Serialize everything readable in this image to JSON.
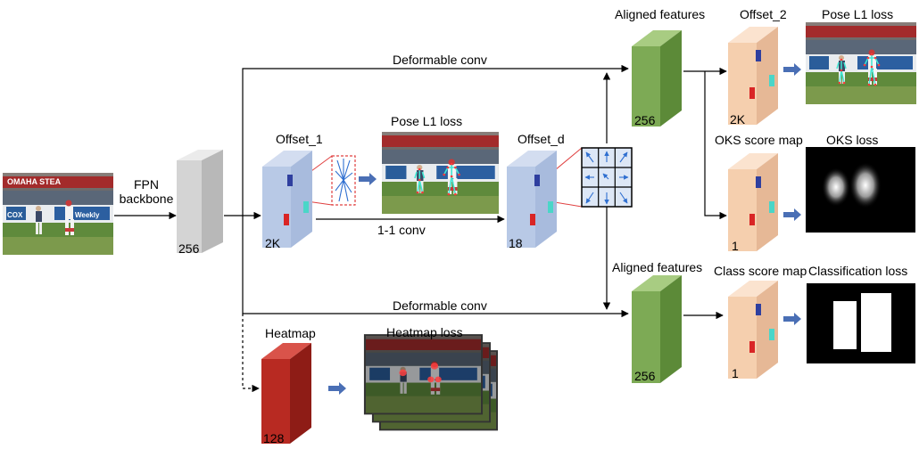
{
  "labels": {
    "fpn_backbone_line1": "FPN",
    "fpn_backbone_line2": "backbone",
    "deformable_conv_top": "Deformable conv",
    "deformable_conv_bottom": "Deformable conv",
    "one_by_one_conv": "1-1 conv",
    "offset_1": "Offset_1",
    "pose_l1_loss_mid": "Pose L1 loss",
    "offset_d": "Offset_d",
    "aligned_features_top": "Aligned features",
    "aligned_features_bottom": "Aligned features",
    "offset_2": "Offset_2",
    "pose_l1_loss_top": "Pose L1 loss",
    "oks_score_map": "OKS score map",
    "oks_loss": "OKS loss",
    "class_score_map": "Class score map",
    "classification_loss": "Classification loss",
    "heatmap": "Heatmap",
    "heatmap_loss": "Heatmap loss"
  },
  "block_dims": {
    "backbone": "256",
    "offset_1": "2K",
    "offset_d": "18",
    "aligned_top": "256",
    "offset_2": "2K",
    "oks_map": "1",
    "aligned_bottom": "256",
    "class_map": "1",
    "heatmap": "128"
  },
  "photo_text": {
    "banner": "OMAHA STEA",
    "sign_left": "COX",
    "sign_right": "Weekly"
  },
  "colors": {
    "backbone_block": "#d4d4d4",
    "offset_block": "#b8c9e6",
    "aligned_block": "#7daa55",
    "score_block": "#f5cfae",
    "heatmap_block": "#b82a22",
    "arrow_blue": "#4a6fb5"
  }
}
